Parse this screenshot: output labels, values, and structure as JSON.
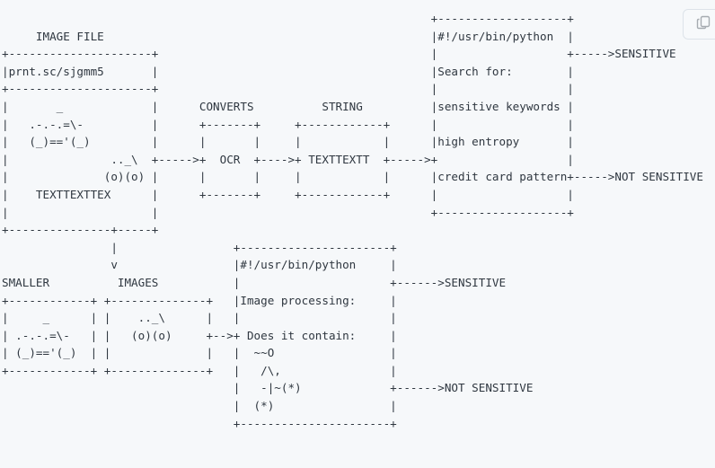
{
  "page": {
    "background": "#f6f8fa",
    "text_color": "#2f3740",
    "kind": "code block with ascii flow diagram"
  },
  "copy_button": {
    "icon": "clipboard-copy-icon",
    "border_color": "#dde3e9"
  },
  "flow": {
    "top_pipeline": [
      "IMAGE FILE",
      "prnt.sc/sjgmm5",
      "CONVERTS",
      "OCR",
      "STRING",
      "TEXTTEXTT",
      "#!/usr/bin/python",
      "Search for:",
      "sensitive keywords",
      "high entropy",
      "credit card pattern",
      "SENSITIVE",
      "NOT SENSITIVE"
    ],
    "bottom_pipeline": [
      "SMALLER",
      "IMAGES",
      "#!/usr/bin/python",
      "Image processing:",
      "Does it contain:",
      "SENSITIVE",
      "NOT SENSITIVE"
    ]
  },
  "ascii": {
    "lines": [
      "                                                               +-------------------+",
      "     IMAGE FILE                                                |#!/usr/bin/python  |",
      "+---------------------+                                        |                   +----->SENSITIVE",
      "|prnt.sc/sjgmm5       |                                        |Search for:        |",
      "+---------------------+                                        |                   |",
      "|       _             |      CONVERTS          STRING          |sensitive keywords |",
      "|   .-.-.=\\-          |      +-------+     +------------+      |                   |",
      "|   (_)=='(_)         |      |       |     |            |      |high entropy       |",
      "|               .._\\  +----->+  OCR  +---->+ TEXTTEXTT  +----->+                   |",
      "|              (o)(o) |      |       |     |            |      |credit card pattern+----->NOT SENSITIVE",
      "|    TEXTTEXTTEX      |      +-------+     +------------+      |                   |",
      "|                     |                                        +-------------------+",
      "+---------------+-----+",
      "                |                 +----------------------+",
      "                v                 |#!/usr/bin/python     |",
      "SMALLER          IMAGES           |                      +------>SENSITIVE",
      "+------------+ +--------------+   |Image processing:     |",
      "|     _      | |    .._\\      |   |                      |",
      "| .-.-.=\\-   | |   (o)(o)     +-->+ Does it contain:     |",
      "| (_)=='(_)  | |              |   |  ~~O                 |",
      "+------------+ +--------------+   |   /\\,                |",
      "                                  |   -|~(*)             +------>NOT SENSITIVE",
      "                                  |  (*)                 |",
      "                                  +----------------------+"
    ]
  }
}
